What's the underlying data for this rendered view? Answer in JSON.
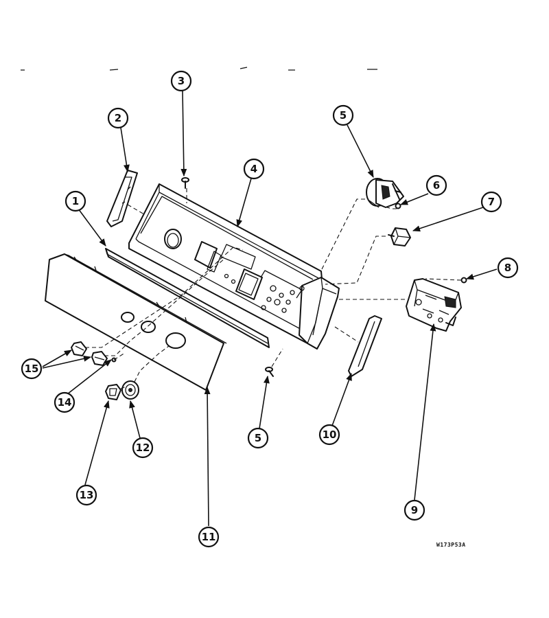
{
  "diagram": {
    "callouts": [
      {
        "label": "1"
      },
      {
        "label": "2"
      },
      {
        "label": "3"
      },
      {
        "label": "4"
      },
      {
        "label": "5"
      },
      {
        "label": "6"
      },
      {
        "label": "7"
      },
      {
        "label": "8"
      },
      {
        "label": "9"
      },
      {
        "label": "10"
      },
      {
        "label": "11"
      },
      {
        "label": "12"
      },
      {
        "label": "13"
      },
      {
        "label": "14"
      },
      {
        "label": "15"
      },
      {
        "label": "5"
      }
    ],
    "drawing_code": "W173P53A"
  }
}
